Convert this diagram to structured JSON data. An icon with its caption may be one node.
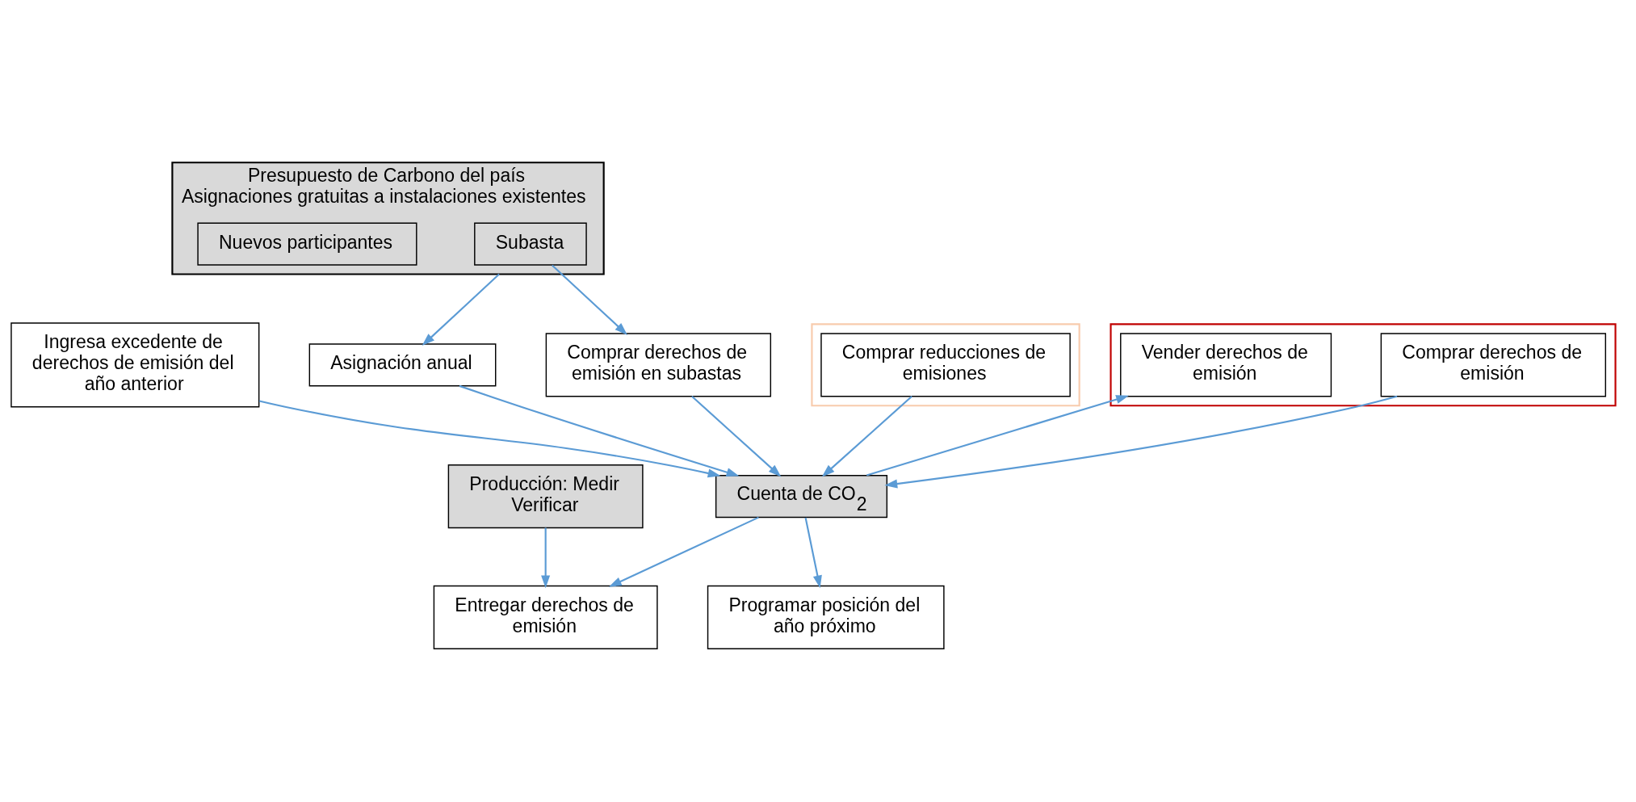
{
  "diagram": {
    "nodes": [
      {
        "text": [
          "Ingresa excedente de derechos de emisión del año anterior"
        ]
      },
      {
        "text": [
          "Asignación anual"
        ]
      },
      {
        "text": [
          "Presupuesto de Carbono del país",
          "Asignaciones gratuitas a instalaciones existentes"
        ]
      },
      {
        "text": [
          "Subasta"
        ],
        "in": 2
      },
      {
        "text": [
          "Nuevos participantes"
        ],
        "in": 2
      },
      {
        "text": [],
        "shape": "box"
      },
      {
        "text": [
          "Comprar reducciones de emisiones"
        ],
        "in": 5
      },
      {
        "text": [],
        "shape": "box"
      },
      {
        "text": [
          "Comprar derechos de emisión"
        ],
        "in": 7
      },
      {
        "text": [
          "Vender derechos de emisión"
        ],
        "in": 7
      },
      {
        "text": [
          "Cuenta de CO$_{2}$"
        ]
      },
      {
        "text": [
          "Comprar derechos de emisión en subastas"
        ]
      },
      {
        "text": [
          "Entregar derechos de emisión"
        ]
      },
      {
        "text": [
          "Producción: Medir Verificar"
        ]
      },
      {
        "text": [
          "Programar posición del año próximo"
        ]
      }
    ],
    "edges": [
      {
        "from": 2,
        "to": 1,
        "arrow": "to"
      },
      {
        "from": 0,
        "to": 10,
        "arrow": "to"
      },
      {
        "from": 1,
        "to": 10,
        "arrow": "to"
      },
      {
        "from": 6,
        "to": 10,
        "arrow": "to"
      },
      {
        "from": 3,
        "to": 11,
        "arrow": "to"
      },
      {
        "from": 11,
        "to": 10,
        "arrow": "to"
      },
      {
        "from": 8,
        "to": 10,
        "arrow": "to"
      },
      {
        "from": 10,
        "to": 9,
        "arrow": "to"
      },
      {
        "from": 10,
        "to": 12,
        "arrow": "to"
      },
      {
        "from": 13,
        "to": 12,
        "arrow": "to"
      },
      {
        "from": 10,
        "to": 14,
        "arrow": "to"
      }
    ]
  }
}
